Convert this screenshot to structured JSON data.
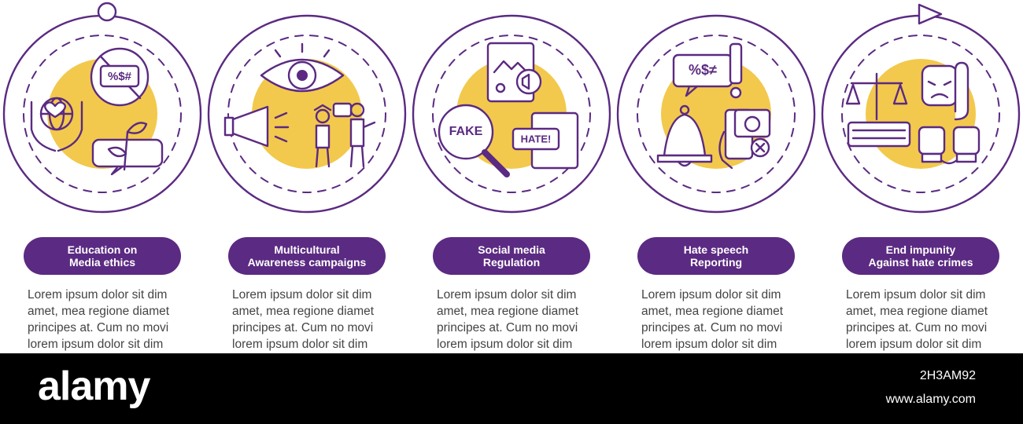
{
  "colors": {
    "accent": "#5b2a82",
    "highlight": "#f2c94c",
    "line": "#5b2a82",
    "text": "#444444",
    "footer": "#000000"
  },
  "steps": [
    {
      "title": [
        "Education on",
        "Media ethics"
      ],
      "description": [
        "Lorem ipsum dolor sit dim",
        "amet, mea regione diamet",
        "principes at. Cum no movi",
        "lorem ipsum dolor sit dim"
      ],
      "icons": [
        "hands-globe-icon",
        "no-profanity-icon",
        "chat-leaf-icon"
      ],
      "symbols": [
        "%$#"
      ]
    },
    {
      "title": [
        "Multicultural",
        "Awareness campaigns"
      ],
      "description": [
        "Lorem ipsum dolor sit dim",
        "amet, mea regione diamet",
        "principes at. Cum no movi",
        "lorem ipsum dolor sit dim"
      ],
      "icons": [
        "eye-icon",
        "megaphone-icon",
        "people-talking-icon"
      ],
      "symbols": []
    },
    {
      "title": [
        "Social media",
        "Regulation"
      ],
      "description": [
        "Lorem ipsum dolor sit dim",
        "amet, mea regione diamet",
        "principes at. Cum no movi",
        "lorem ipsum dolor sit dim"
      ],
      "icons": [
        "profile-card-icon",
        "fake-magnifier-icon",
        "hate-sign-icon"
      ],
      "symbols": [
        "FAKE",
        "HATE!"
      ]
    },
    {
      "title": [
        "Hate speech",
        "Reporting"
      ],
      "description": [
        "Lorem ipsum dolor sit dim",
        "amet, mea regione diamet",
        "principes at. Cum no movi",
        "lorem ipsum dolor sit dim"
      ],
      "icons": [
        "profanity-bubble-icon",
        "bell-icon",
        "phone-report-icon"
      ],
      "symbols": [
        "%$≠"
      ]
    },
    {
      "title": [
        "End impunity",
        "Against hate crimes"
      ],
      "description": [
        "Lorem ipsum dolor sit dim",
        "amet, mea regione diamet",
        "principes at. Cum no movi",
        "lorem ipsum dolor sit dim"
      ],
      "icons": [
        "scales-justice-icon",
        "angry-face-icon",
        "stop-hand-icon",
        "handcuffed-hands-icon"
      ],
      "symbols": []
    }
  ],
  "footer": {
    "logo": "alamy",
    "image_id": "2H3AM92",
    "site": "www.alamy.com"
  }
}
